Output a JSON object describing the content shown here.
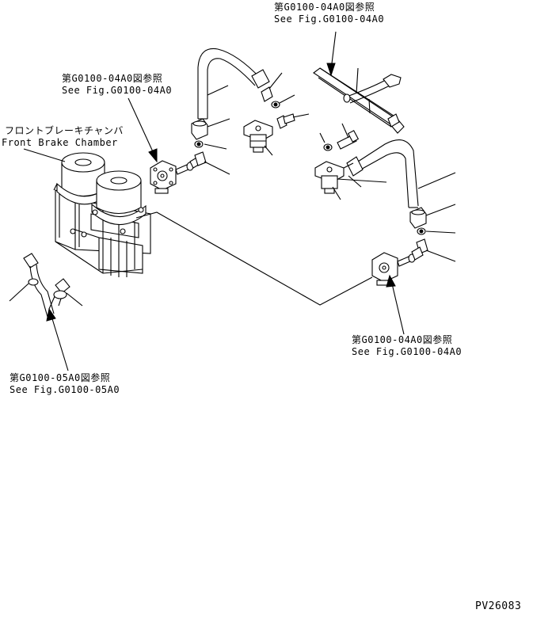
{
  "callouts": {
    "top_right": {
      "jp": "第G0100-04A0図参照",
      "en": "See Fig.G0100-04A0"
    },
    "top_left": {
      "jp": "第G0100-04A0図参照",
      "en": "See Fig.G0100-04A0"
    },
    "bottom_right": {
      "jp": "第G0100-04A0図参照",
      "en": "See Fig.G0100-04A0"
    },
    "bottom_left": {
      "jp": "第G0100-05A0図参照",
      "en": "See Fig.G0100-05A0"
    }
  },
  "component_label": {
    "jp": "フロントブレーキチャンバ",
    "en": "Front Brake Chamber"
  },
  "drawing_number": "PV26083"
}
